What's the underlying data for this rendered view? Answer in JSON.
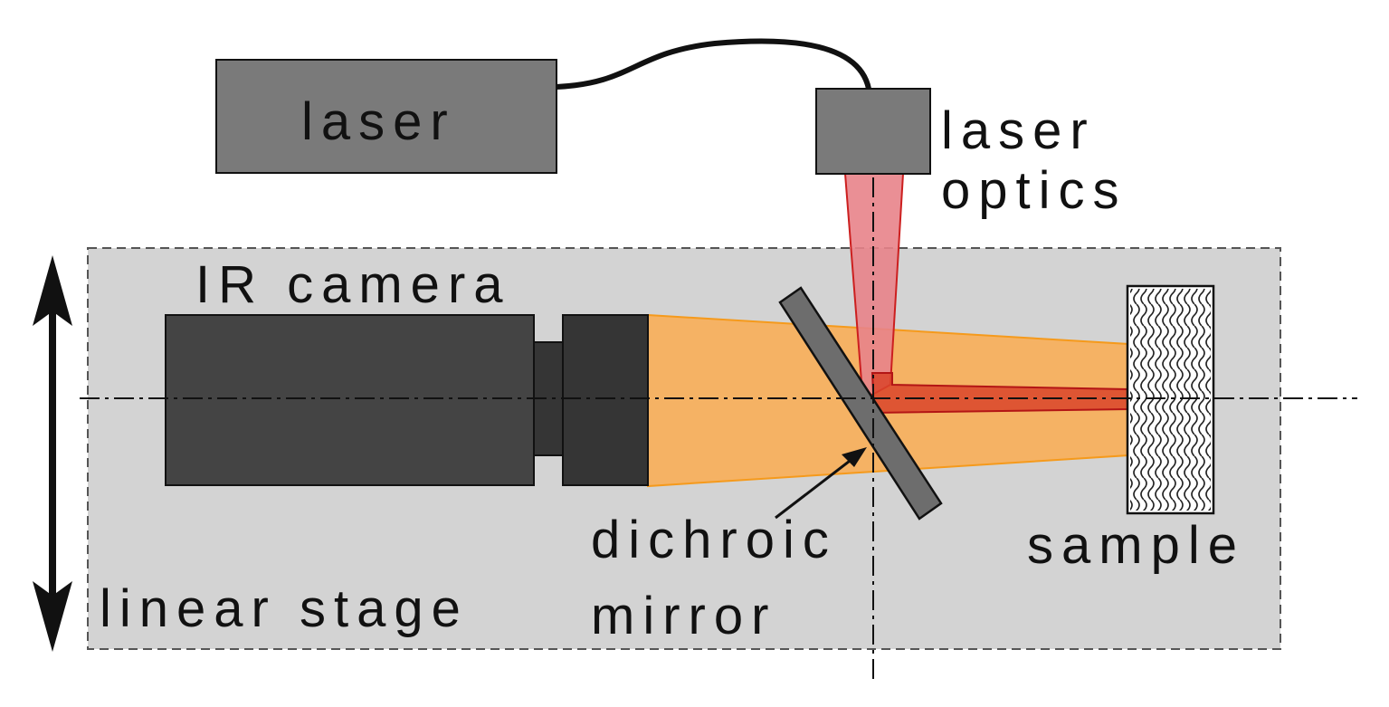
{
  "labels": {
    "laser": "laser",
    "laser_optics_line1": "laser",
    "laser_optics_line2": "optics",
    "ir_camera": "IR camera",
    "dichroic_line1": "dichroic",
    "dichroic_line2": "mirror",
    "sample": "sample",
    "linear_stage": "linear stage"
  },
  "colors": {
    "stage_fill": "#d3d3d3",
    "box_fill": "#7a7a7a",
    "camera_fill": "#444444",
    "lens_fill": "#353535",
    "ir_beam": "#f5b264",
    "ir_beam_edge": "#f59a1c",
    "laser_beam": "#e8838a",
    "laser_beam_edge": "#cc1f1f",
    "laser_reflect": "#d9442a",
    "mirror_fill": "#6d6d6d"
  }
}
